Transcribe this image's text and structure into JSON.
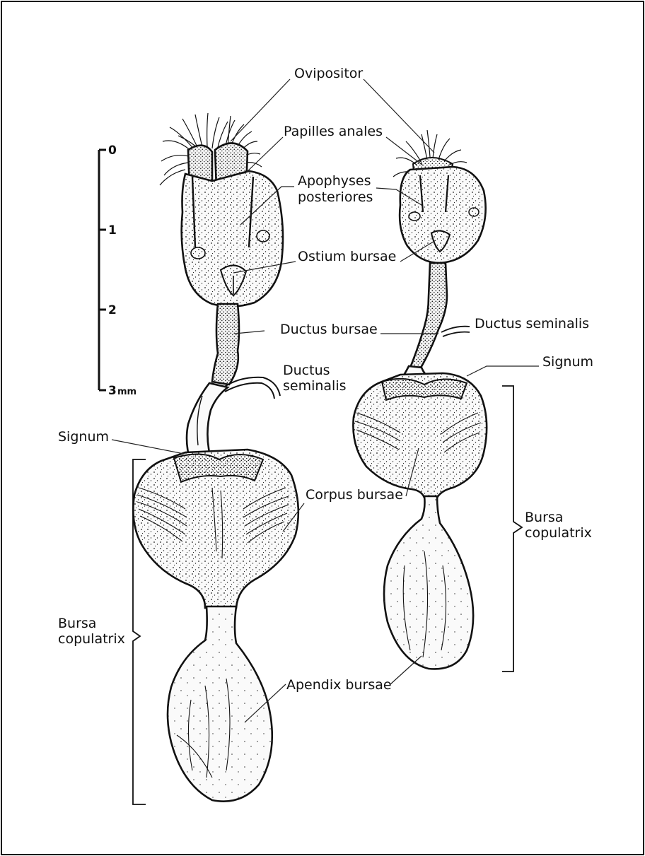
{
  "scale_bar": {
    "ticks": [
      "0",
      "1",
      "2",
      "3"
    ],
    "unit": "mm"
  },
  "labels": {
    "ovipositor": "Ovipositor",
    "papilles_anales": "Papilles anales",
    "apophyses_line1": "Apophyses",
    "apophyses_line2": "posteriores",
    "ostium_bursae": "Ostium bursae",
    "ductus_bursae": "Ductus bursae",
    "ductus_seminalis_left_line1": "Ductus",
    "ductus_seminalis_left_line2": "seminalis",
    "ductus_seminalis_right": "Ductus seminalis",
    "signum_left": "Signum",
    "signum_right": "Signum",
    "corpus_bursae": "Corpus bursae",
    "bursa_left_line1": "Bursa",
    "bursa_left_line2": "copulatrix",
    "bursa_right_line1": "Bursa",
    "bursa_right_line2": "copulatrix",
    "apendix_bursae": "Apendix bursae"
  },
  "colors": {
    "ink": "#111111",
    "paper": "#ffffff"
  }
}
